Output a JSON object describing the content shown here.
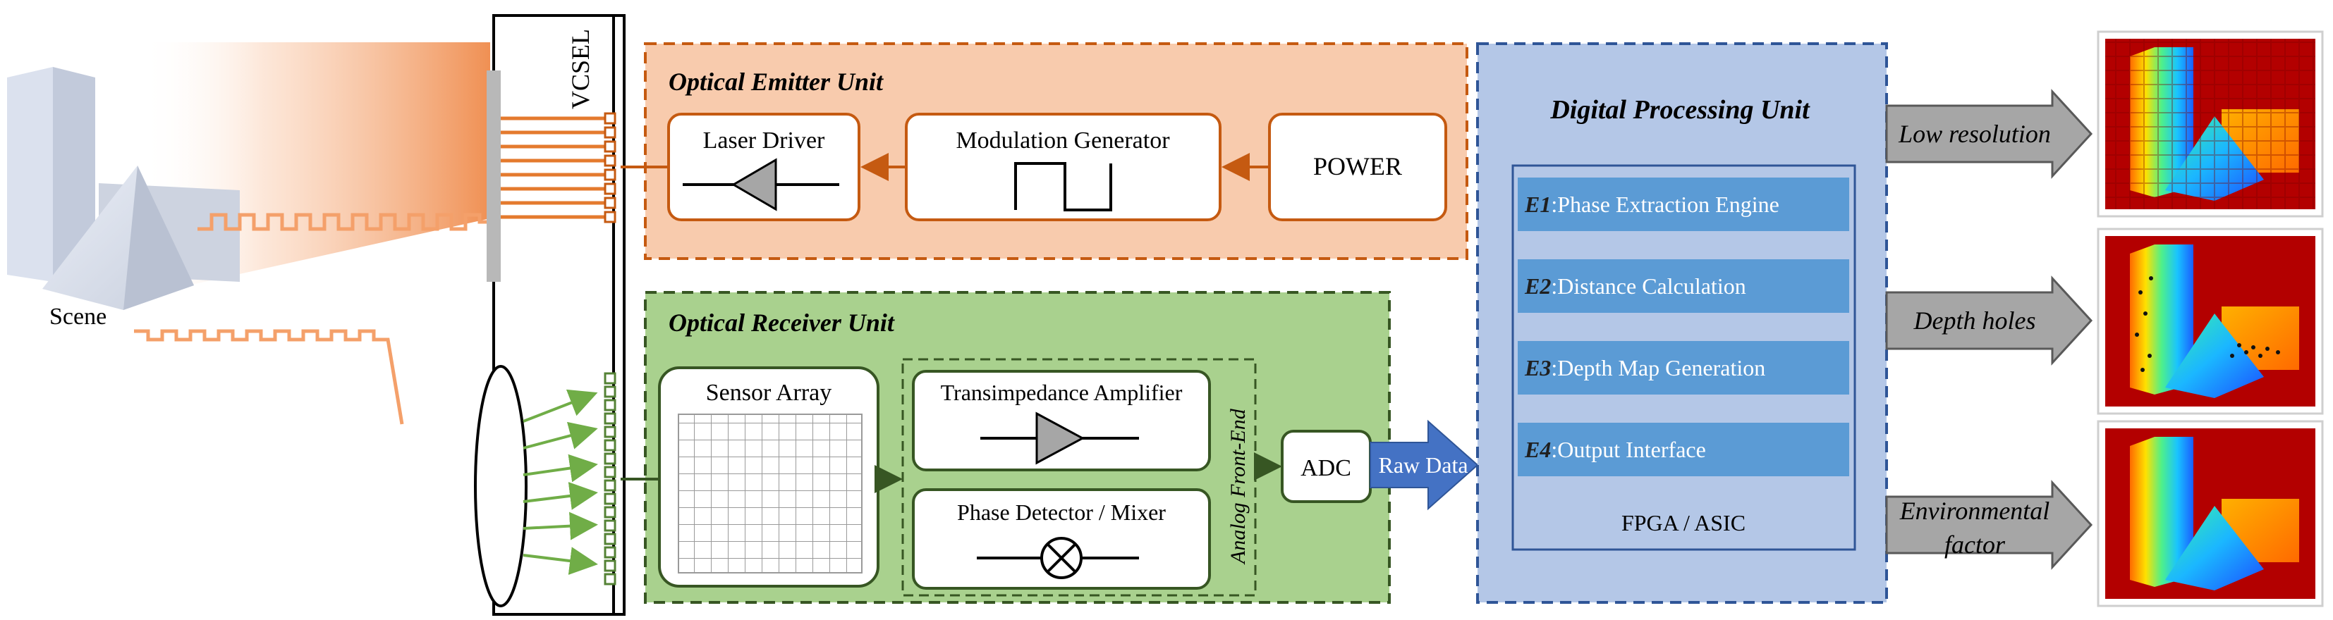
{
  "scene": {
    "label": "Scene"
  },
  "vcsel": {
    "label": "VCSEL"
  },
  "emitter": {
    "title": "Optical Emitter Unit",
    "laser_driver": "Laser Driver",
    "modulation_generator": "Modulation Generator",
    "power": "POWER"
  },
  "receiver": {
    "title": "Optical Receiver Unit",
    "sensor_array": "Sensor Array",
    "tia": "Transimpedance Amplifier",
    "phase_detector": "Phase Detector / Mixer",
    "afe_label": "Analog Front-End",
    "adc": "ADC",
    "raw_data": "Raw Data"
  },
  "processing": {
    "title": "Digital Processing Unit",
    "engines": [
      {
        "code": "E1",
        "label": ":Phase Extraction Engine"
      },
      {
        "code": "E2",
        "label": ":Distance Calculation"
      },
      {
        "code": "E3",
        "label": ":Depth Map Generation"
      },
      {
        "code": "E4",
        "label": ":Output Interface"
      }
    ],
    "platform": "FPGA / ASIC"
  },
  "outputs": [
    {
      "line1": "Low resolution",
      "line2": ""
    },
    {
      "line1": "Depth holes",
      "line2": ""
    },
    {
      "line1": "Environmental",
      "line2": "factor"
    }
  ],
  "colors": {
    "emitter_fill": "#f8cbad",
    "emitter_border": "#c55a11",
    "receiver_fill": "#a9d18e",
    "receiver_border": "#375623",
    "processing_fill": "#b4c7e7",
    "processing_border": "#2f5597",
    "engine_fill": "#5b9bd5",
    "arrow_blue": "#4472c4",
    "depth_bg": "#b30000"
  }
}
